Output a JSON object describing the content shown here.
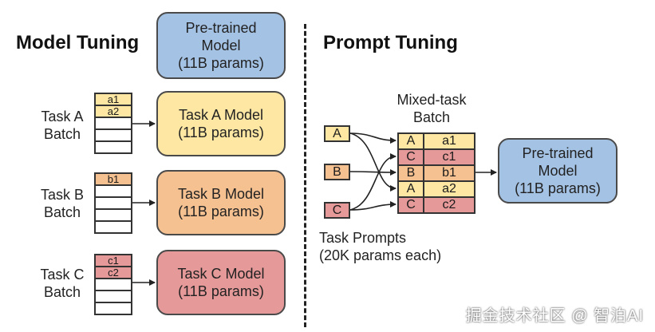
{
  "left": {
    "title": "Model Tuning",
    "pretrained": "Pre-trained\nModel\n(11B params)",
    "tasks": [
      {
        "label": "Task A\nBatch",
        "rows": [
          "a1",
          "a2",
          "",
          "",
          ""
        ],
        "model": "Task A Model\n(11B params)",
        "color": "#fde7a3"
      },
      {
        "label": "Task B\nBatch",
        "rows": [
          "b1",
          "",
          "",
          "",
          ""
        ],
        "model": "Task B Model\n(11B params)",
        "color": "#f6c191"
      },
      {
        "label": "Task C\nBatch",
        "rows": [
          "c1",
          "c2",
          "",
          "",
          ""
        ],
        "model": "Task C Model\n(11B params)",
        "color": "#e69999"
      }
    ]
  },
  "right": {
    "title": "Prompt Tuning",
    "mixed_label": "Mixed-task\nBatch",
    "prompts": [
      "A",
      "B",
      "C"
    ],
    "mixed_rows": [
      {
        "key": "A",
        "value": "a1"
      },
      {
        "key": "C",
        "value": "c1"
      },
      {
        "key": "B",
        "value": "b1"
      },
      {
        "key": "A",
        "value": "a2"
      },
      {
        "key": "C",
        "value": "c2"
      }
    ],
    "prompts_label": "Task Prompts\n(20K params each)",
    "pretrained": "Pre-trained\nModel\n(11B params)"
  },
  "watermark": "掘金技术社区 @ 智泊AI"
}
